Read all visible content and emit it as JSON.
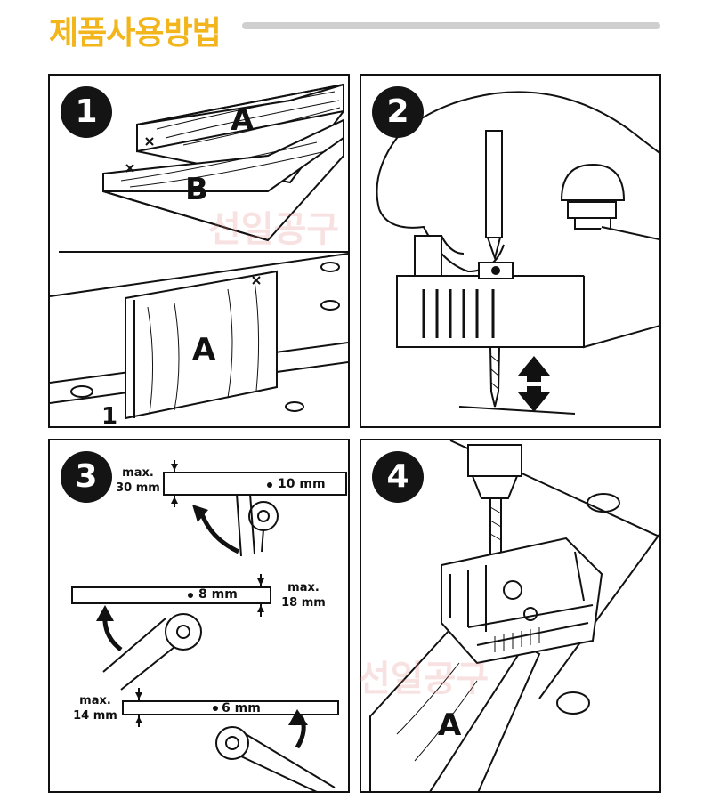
{
  "header": {
    "title": "제품사용방법"
  },
  "watermark": {
    "text": "선일공구"
  },
  "steps": [
    {
      "number": "1",
      "label_a": "A",
      "label_b": "B",
      "label_a_lower": "A",
      "corner_mark": "1"
    },
    {
      "number": "2"
    },
    {
      "number": "3",
      "settings": [
        {
          "thickness": "10 mm",
          "max_label": "max.\n30 mm"
        },
        {
          "thickness": "8 mm",
          "max_label": "max.\n18 mm"
        },
        {
          "thickness": "6 mm",
          "max_label": "max.\n14 mm"
        }
      ]
    },
    {
      "number": "4",
      "label_a": "A"
    }
  ]
}
